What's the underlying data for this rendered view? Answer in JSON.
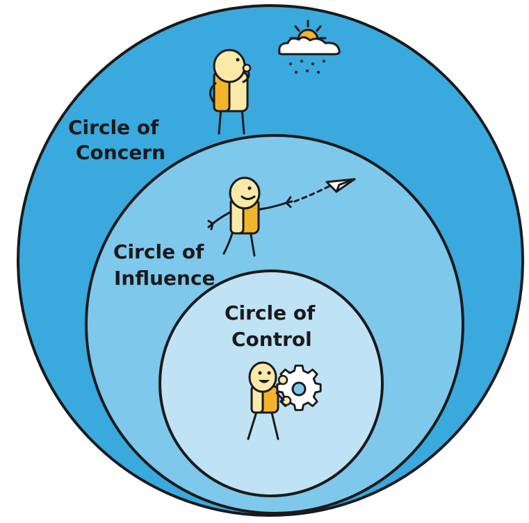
{
  "diagram": {
    "concern": {
      "line1": "Circle of",
      "line2": "Concern"
    },
    "influence": {
      "line1": "Circle of",
      "line2": "Influence"
    },
    "control": {
      "line1": "Circle of",
      "line2": "Control"
    }
  },
  "colors": {
    "concern_fill": "#3aa9de",
    "influence_fill": "#7ec8ec",
    "control_fill": "#bfe2f5",
    "outline": "#1a1a1a",
    "figure_skin": "#fbe9a8",
    "figure_shirt": "#f4b42a",
    "sun": "#f4b42a",
    "cloud": "#ffffff"
  }
}
